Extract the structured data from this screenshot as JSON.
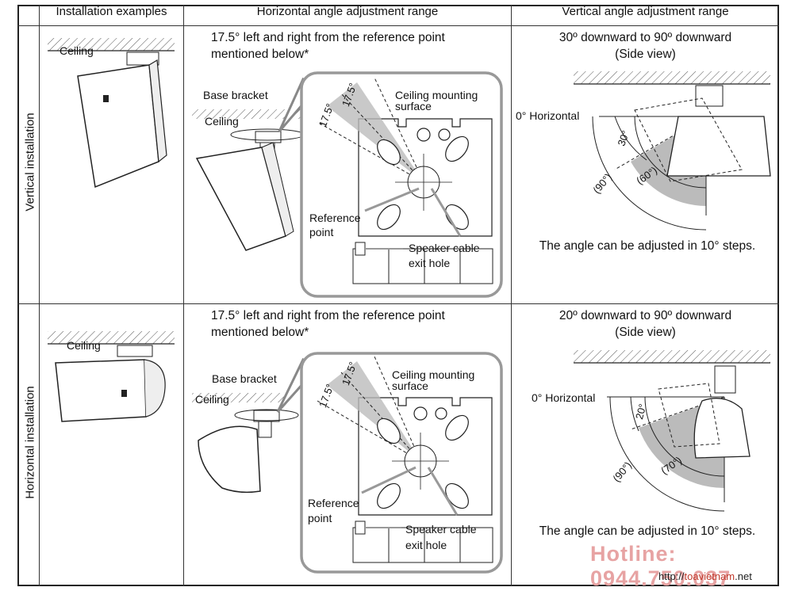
{
  "headers": {
    "col1": "Installation examples",
    "col2": "Horizontal angle adjustment range",
    "col3": "Vertical angle adjustment range"
  },
  "rows": {
    "vertical": {
      "label": "Vertical installation",
      "ceiling": "Ceiling",
      "h_desc_1": "17.5° left and right from the reference point",
      "h_desc_2": "mentioned below*",
      "base_bracket": "Base bracket",
      "ceiling_mount_1": "Ceiling mounting",
      "ceiling_mount_2": "surface",
      "angle_a": "17.5°",
      "angle_b": "17.5°",
      "ref_1": "Reference",
      "ref_2": "point",
      "cable_1": "Speaker cable",
      "cable_2": "exit hole",
      "v_desc_1": "30º downward to 90º downward",
      "v_desc_2": "(Side view)",
      "zero": "0° Horizontal",
      "min_angle": "30°",
      "range_angle": "(60°)",
      "max_angle": "(90°)",
      "steps": "The angle can be adjusted in 10° steps."
    },
    "horizontal": {
      "label": "Horizontal installation",
      "ceiling": "Ceiling",
      "h_desc_1": "17.5° left and right from the reference point",
      "h_desc_2": "mentioned below*",
      "base_bracket": "Base bracket",
      "ceiling_mount_1": "Ceiling mounting",
      "ceiling_mount_2": "surface",
      "angle_a": "17.5°",
      "angle_b": "17.5°",
      "ref_1": "Reference",
      "ref_2": "point",
      "cable_1": "Speaker cable",
      "cable_2": "exit hole",
      "v_desc_1": "20º downward to 90º downward",
      "v_desc_2": "(Side view)",
      "zero": "0° Horizontal",
      "min_angle": "20°",
      "range_angle": "(70°)",
      "max_angle": "(90°)",
      "steps": "The angle can be adjusted in 10° steps."
    }
  },
  "watermark": {
    "hotline": "Hotline: 0944.750.037",
    "url_prefix": "http://",
    "url_brand": "toavietnam",
    "url_suffix": ".net"
  }
}
